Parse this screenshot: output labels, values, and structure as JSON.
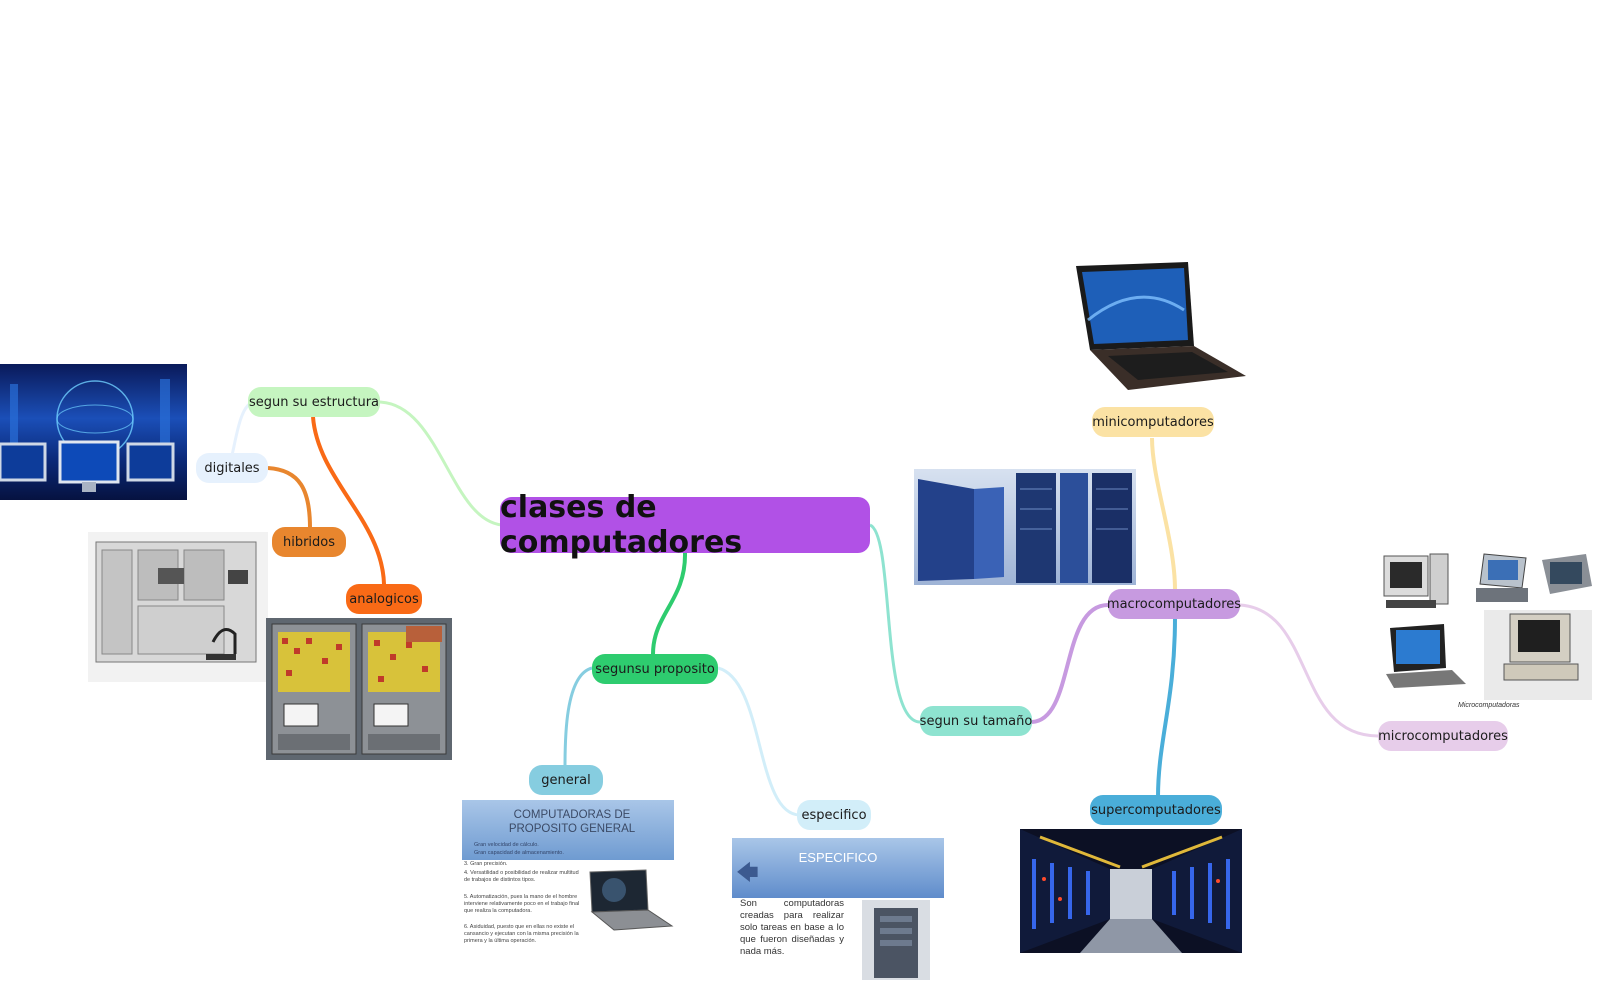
{
  "root": {
    "label": "clases de computadores",
    "color": "#b151e6"
  },
  "nodes": {
    "segun_su_estructura": {
      "label": "segun su estructura",
      "color": "#c5f5c0"
    },
    "digitales": {
      "label": "digitales",
      "color": "#e6f1fd"
    },
    "hibridos": {
      "label": "hibridos",
      "color": "#e8862e"
    },
    "analogicos": {
      "label": "analogicos",
      "color": "#f96a16"
    },
    "segunsu_proposito": {
      "label": "segunsu proposito",
      "color": "#2ecc6f"
    },
    "general": {
      "label": "general",
      "color": "#86cde0"
    },
    "especifico": {
      "label": "especifico",
      "color": "#d2eef9"
    },
    "segun_su_tamano": {
      "label": "segun su tamaño",
      "color": "#8ee3d0"
    },
    "macrocomputadores": {
      "label": "macrocomputadores",
      "color": "#c79ae0"
    },
    "minicomputadores": {
      "label": "minicomputadores",
      "color": "#fbe2a4"
    },
    "microcomputadores": {
      "label": "microcomputadores",
      "color": "#e7cdea"
    },
    "supercomputadores": {
      "label": "supercomputadores",
      "color": "#4aaed9"
    }
  },
  "images": {
    "general_slide": {
      "title": "COMPUTADORAS DE PROPOSITO GENERAL",
      "items": [
        "Gran velocidad de cálculo.",
        "Gran capacidad de almacenamiento.",
        "3. Gran precisión.",
        "4. Versatilidad o posibilidad de realizar multitud de trabajos de distintos tipos.",
        "5. Automatización, pues la mano de el hombre interviene relativamente poco en el trabajo final que realiza la computadora.",
        "6. Asiduidad, puesto que en ellas no existe el cansancio y ejecutan con la misma precisión la primera y la última operación."
      ]
    },
    "especifico_slide": {
      "title": "ESPECIFICO",
      "body": "Son computadoras creadas para realizar solo tareas en base a lo que fueron diseñadas y nada más."
    },
    "micro_caption": "Microcomputadoras"
  }
}
